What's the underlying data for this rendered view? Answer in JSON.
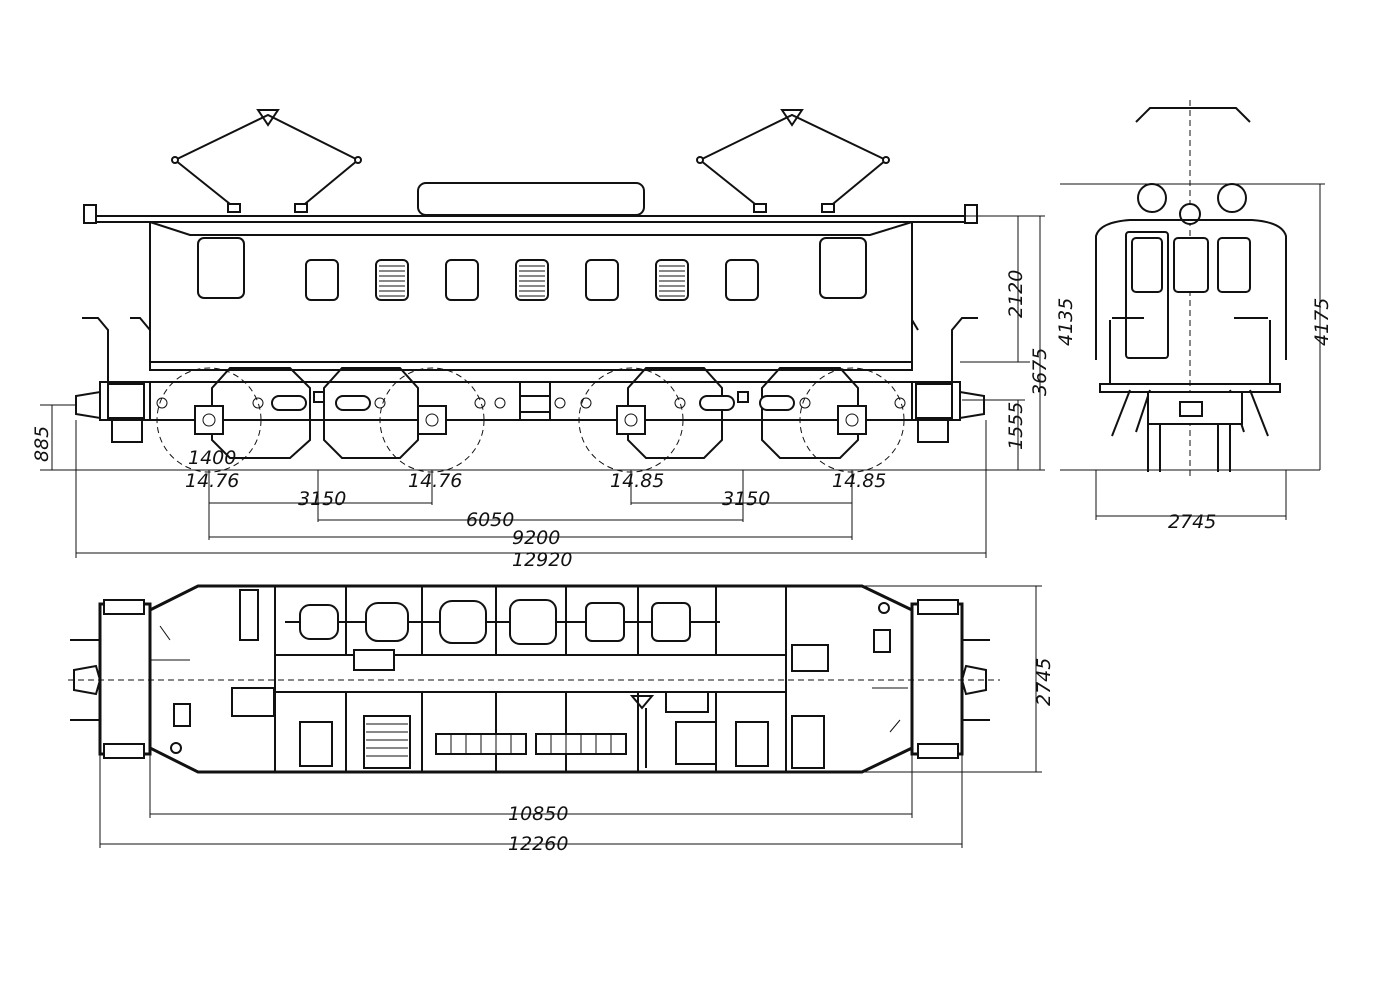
{
  "dimensions": {
    "side": {
      "height_buffer": "885",
      "height_frame": "1555",
      "height_body": "2120",
      "height_roof": "3675",
      "height_total": "4135",
      "wheel_dia": "1400",
      "load_1": "14.76",
      "load_2": "14.76",
      "load_3": "14.85",
      "load_4": "14.85",
      "axle_base_1": "3150",
      "axle_base_2": "3150",
      "bogie_centres": "6050",
      "total_wheelbase": "9200",
      "length_over_buffers": "12920"
    },
    "end": {
      "height_total": "4175",
      "width": "2745"
    },
    "plan": {
      "width": "2745",
      "body_length": "10850",
      "length_over_frame": "12260"
    }
  }
}
